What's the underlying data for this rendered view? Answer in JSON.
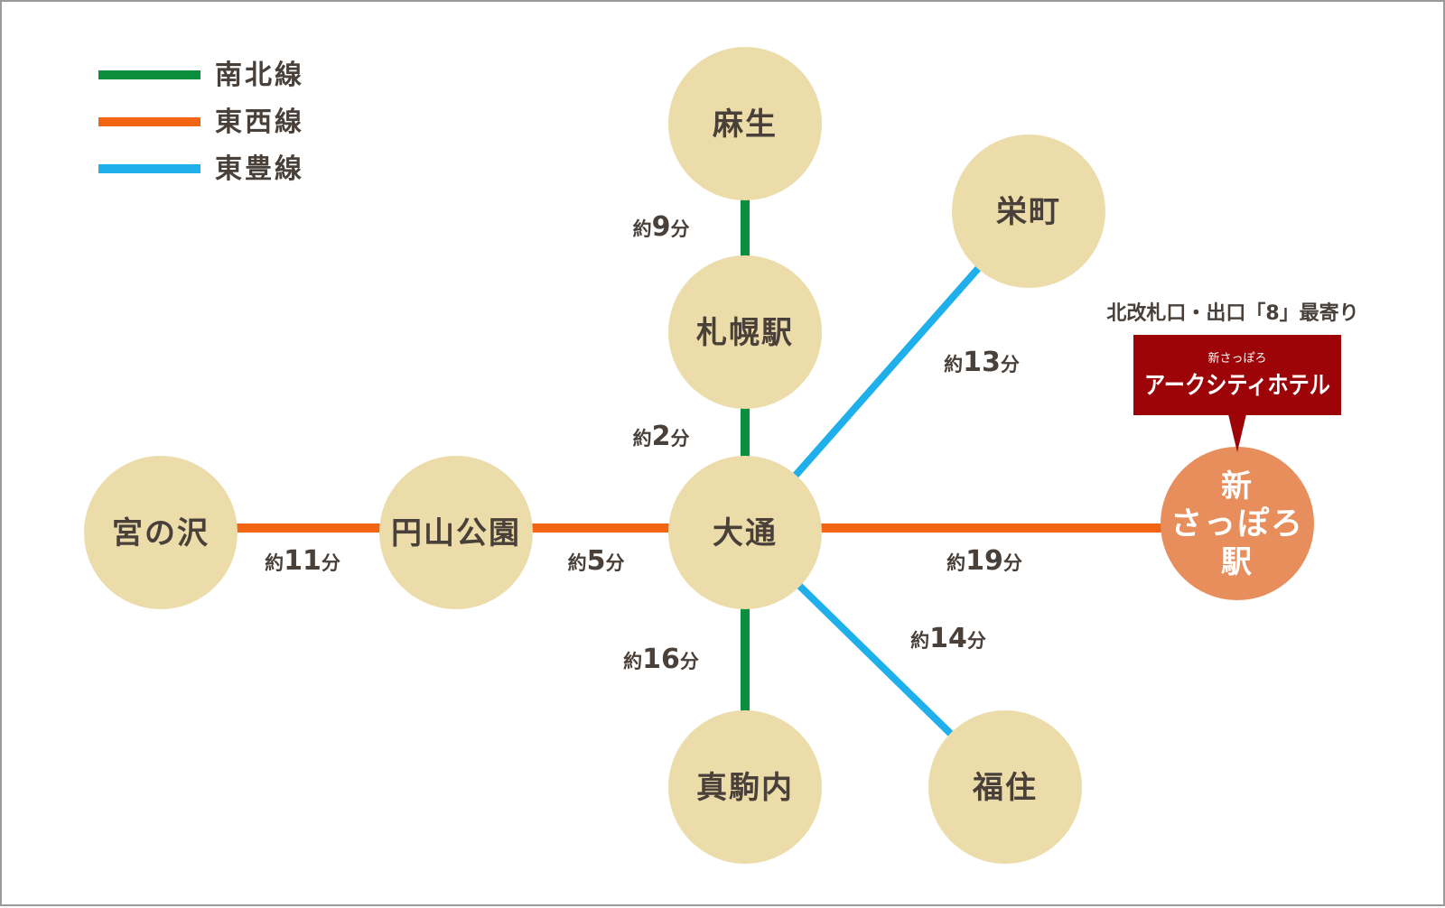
{
  "colors": {
    "namboku": "#0b8f3c",
    "tozai": "#f06414",
    "toho": "#1fb0ec",
    "station_fill": "#ebdcaa",
    "destination_fill": "#e88e5c",
    "hotel_sign": "#9c0408"
  },
  "legend": [
    {
      "label": "南北線",
      "color_key": "namboku"
    },
    {
      "label": "東西線",
      "color_key": "tozai"
    },
    {
      "label": "東豊線",
      "color_key": "toho"
    }
  ],
  "stations": {
    "asabu": "麻生",
    "sapporo": "札幌駅",
    "sakaemachi": "栄町",
    "miyanosawa": "宮の沢",
    "maruyama_koen": "円山公園",
    "odori": "大通",
    "makomanai": "真駒内",
    "fukuzumi": "福住",
    "shin_sapporo": {
      "line1": "新",
      "line2": "さっぽろ",
      "line3": "駅"
    }
  },
  "travel_times": {
    "prefix": "約",
    "suffix": "分",
    "asabu_sapporo": "9",
    "sapporo_odori": "2",
    "odori_sakaemachi": "13",
    "miyanosawa_maruyama": "11",
    "maruyama_odori": "5",
    "odori_shin_sapporo": "19",
    "odori_fukuzumi": "14",
    "odori_makomanai": "16"
  },
  "exit_note": "北改札口・出口「8」最寄り",
  "hotel": {
    "sub": "新さっぽろ",
    "name": "アークシティホテル"
  }
}
